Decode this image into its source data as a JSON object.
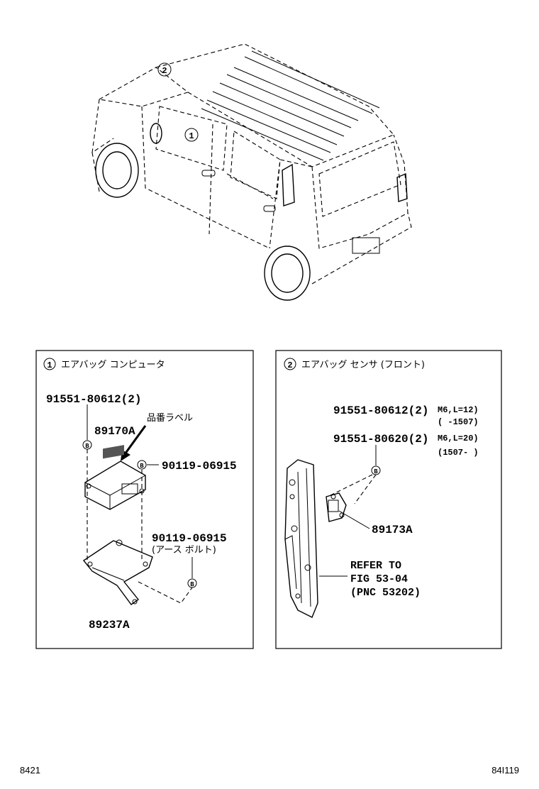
{
  "vehicle": {
    "callout_1": "1",
    "callout_2": "2"
  },
  "panel_left": {
    "index": "1",
    "title": "エアバッグ コンピュータ",
    "labels": {
      "bolt_main": "91551-80612(2)",
      "computer": "89170A",
      "part_label": "品番ラベル",
      "screw_top": "90119-06915",
      "screw_earth": "90119-06915",
      "earth_note": "(アース ボルト)",
      "bracket": "89237A"
    },
    "fastener_marker": "B"
  },
  "panel_right": {
    "index": "2",
    "title": "エアバッグ センサ (フロント)",
    "labels": {
      "bolt_a": "91551-80612(2)",
      "bolt_a_spec": "M6,L=12)",
      "bolt_a_range": "(     -1507)",
      "bolt_b": "91551-80620(2)",
      "bolt_b_spec": "M6,L=20)",
      "bolt_b_range": "(1507-     )",
      "sensor": "89173A",
      "refer_line1": "REFER TO",
      "refer_line2": "FIG 53-04",
      "refer_line3": "(PNC 53202)"
    },
    "fastener_marker": "B"
  },
  "footer": {
    "left_code": "8421",
    "right_code": "84I119"
  }
}
